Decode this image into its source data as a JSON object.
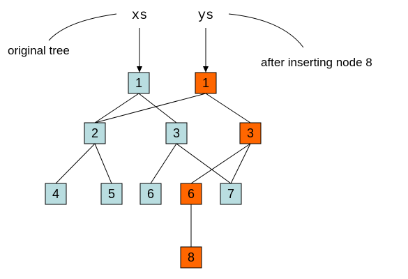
{
  "labels": {
    "xs": "xs",
    "ys": "ys",
    "original_tree": "original tree",
    "after_inserting": "after inserting node 8"
  },
  "colors": {
    "original_node": "#b9dde0",
    "new_node": "#ff6600",
    "stroke": "#000000"
  },
  "nodes": [
    {
      "id": "o1",
      "label": "1",
      "kind": "original"
    },
    {
      "id": "n1",
      "label": "1",
      "kind": "new"
    },
    {
      "id": "o2",
      "label": "2",
      "kind": "original"
    },
    {
      "id": "o3",
      "label": "3",
      "kind": "original"
    },
    {
      "id": "n3",
      "label": "3",
      "kind": "new"
    },
    {
      "id": "o4",
      "label": "4",
      "kind": "original"
    },
    {
      "id": "o5",
      "label": "5",
      "kind": "original"
    },
    {
      "id": "o6",
      "label": "6",
      "kind": "original"
    },
    {
      "id": "n6",
      "label": "6",
      "kind": "new"
    },
    {
      "id": "o7",
      "label": "7",
      "kind": "original"
    },
    {
      "id": "n8",
      "label": "8",
      "kind": "new"
    }
  ],
  "edges": [
    [
      "o1",
      "o2"
    ],
    [
      "o1",
      "o3"
    ],
    [
      "n1",
      "o2"
    ],
    [
      "n1",
      "n3"
    ],
    [
      "o2",
      "o4"
    ],
    [
      "o2",
      "o5"
    ],
    [
      "o3",
      "o6"
    ],
    [
      "o3",
      "o7"
    ],
    [
      "n3",
      "n6"
    ],
    [
      "n3",
      "o7"
    ],
    [
      "n6",
      "n8"
    ]
  ]
}
